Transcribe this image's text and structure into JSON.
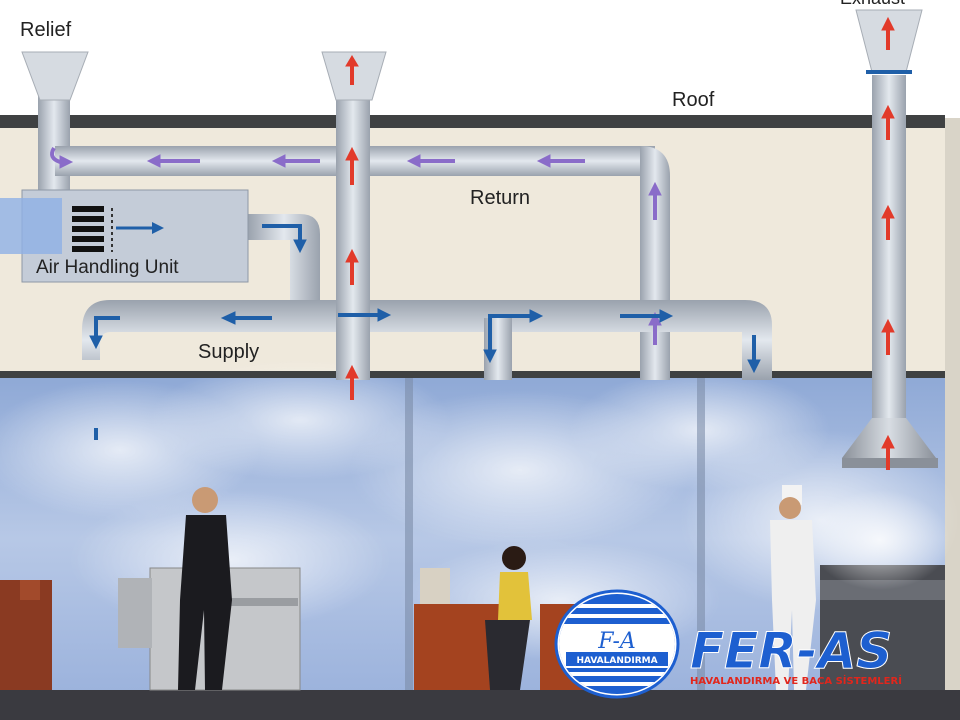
{
  "labels": {
    "relief": "Relief",
    "exhaust": "Exhaust",
    "roof": "Roof",
    "return": "Return",
    "ahu": "Air Handling Unit",
    "supply": "Supply"
  },
  "logo": {
    "emblem_text": "F-A",
    "emblem_sub": "HAVALANDIRMA",
    "brand": "FER-AS",
    "tagline": "HAVALANDIRMA VE BACA SİSTEMLERİ"
  },
  "colors": {
    "attic": "#efe9dc",
    "roof": "#3f4142",
    "duct": "#b9c0c8",
    "supply_arrow": "#1f5fa8",
    "return_arrow": "#8a6cc9",
    "exhaust_arrow": "#e23a2a",
    "room_sky": "#a9bee0",
    "floor": "#3a3a40",
    "brand_blue": "#1d5fd0",
    "brand_red": "#e1261c"
  }
}
